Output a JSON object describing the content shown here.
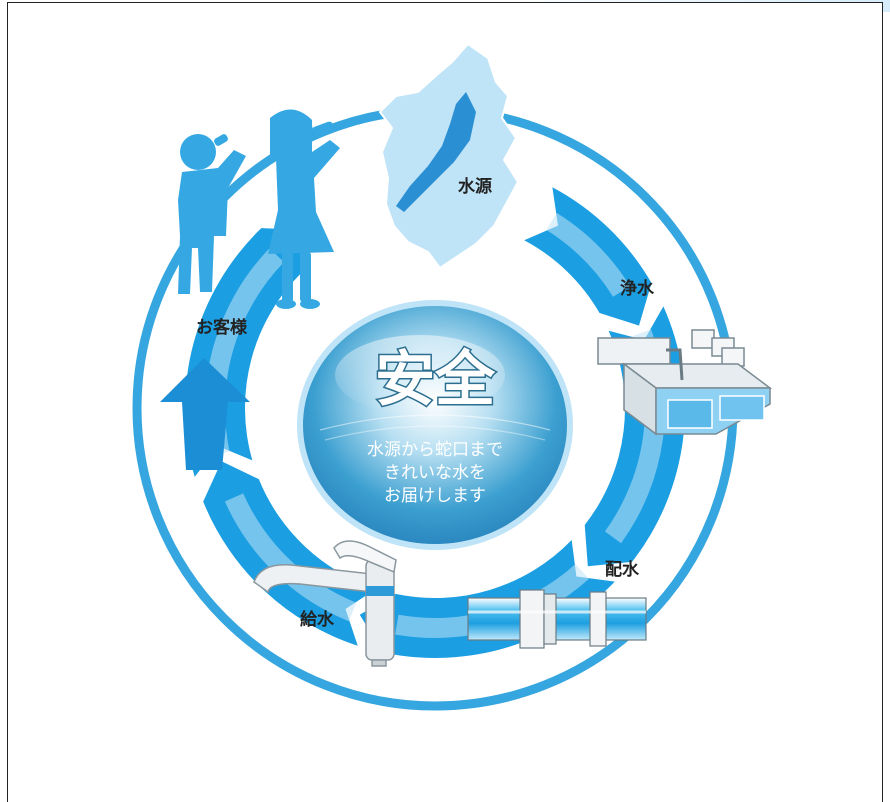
{
  "center": {
    "title": "安全",
    "lines": [
      "水源から蛇口まで",
      "きれいな水を",
      "お届けします"
    ]
  },
  "stages": [
    {
      "id": "source",
      "label": "水源",
      "icon": "shiga-map-icon"
    },
    {
      "id": "purification",
      "label": "浄水",
      "icon": "treatment-plant-icon"
    },
    {
      "id": "distribution",
      "label": "配水",
      "icon": "water-pipe-icon"
    },
    {
      "id": "supply",
      "label": "給水",
      "icon": "faucet-icon"
    },
    {
      "id": "customers",
      "label": "お客様",
      "icon": "children-drinking-icon"
    }
  ],
  "colors": {
    "ring": "#3aa7e0",
    "band_dark": "#1b9ee2",
    "band_light": "#bfe4f7",
    "accent": "#1c8ed6"
  }
}
